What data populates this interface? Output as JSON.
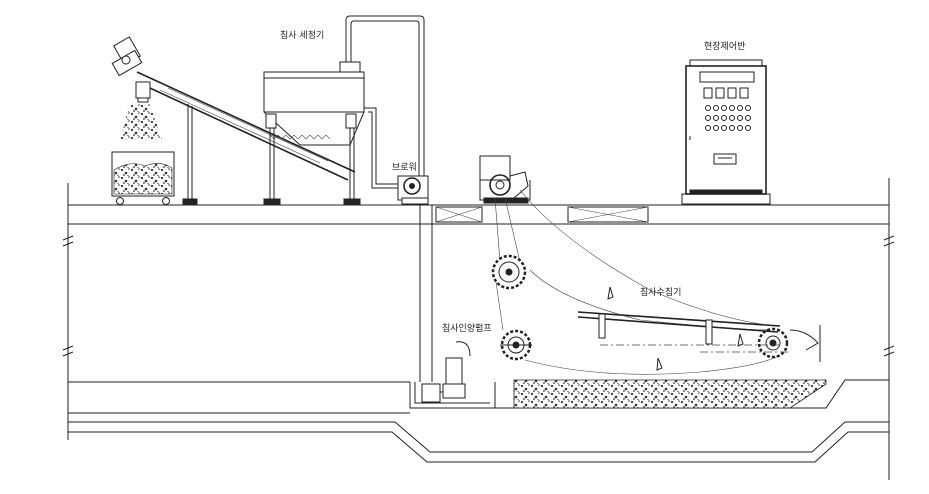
{
  "labels": {
    "washer": "침사 세정기",
    "blower": "브로워",
    "control_panel": "현장제어반",
    "collector": "침사수집기",
    "pump": "침사인양펌프"
  }
}
